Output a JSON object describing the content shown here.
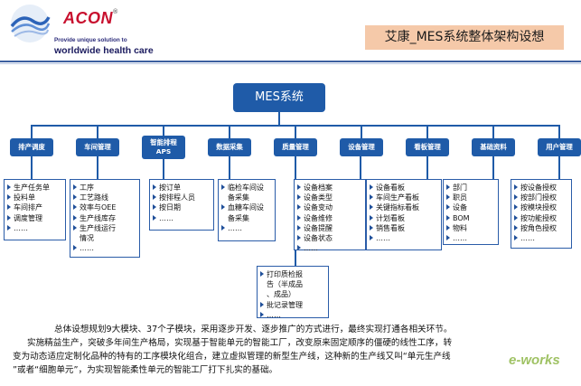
{
  "header": {
    "logo_brand": "ACON",
    "logo_mark": "®",
    "logo_tagline_1": "Provide unique solution to",
    "logo_tagline_2": "worldwide health care",
    "title": "艾康_MES系统整体架构设想"
  },
  "diagram": {
    "root": "MES系统",
    "modules": [
      {
        "label": "排产调度",
        "items": [
          "生产任务单",
          "投料单",
          "车间排产",
          "调度管理",
          "……"
        ]
      },
      {
        "label": "车间管理",
        "items": [
          "工序",
          "工艺路线",
          "效率与OEE",
          "生产线库存",
          "生产线运行",
          "情况",
          "……"
        ]
      },
      {
        "label": "智能排程",
        "label2": "APS",
        "items": [
          "按订单",
          "按排程人员",
          "按日期",
          "……"
        ]
      },
      {
        "label": "数据采集",
        "items": [
          "临检车间设",
          "备采集",
          "血糖车间设",
          "备采集",
          "……"
        ]
      },
      {
        "label": "质量管理",
        "items": [
          "打印质检报",
          "告（半成品",
          "、成品）",
          "批记录管理",
          "……"
        ]
      },
      {
        "label": "设备管理",
        "items": [
          "设备档案",
          "设备类型",
          "设备变动",
          "设备维修",
          "设备提醒",
          "设备状态",
          "……"
        ]
      },
      {
        "label": "看板管理",
        "items": [
          "设备看板",
          "车间生产看板",
          "关键指标看板",
          "计划看板",
          "销售看板",
          "……"
        ]
      },
      {
        "label": "基础资料",
        "items": [
          "部门",
          "职员",
          "设备",
          "BOM",
          "物料",
          "……"
        ]
      },
      {
        "label": "用户管理",
        "items": [
          "按设备授权",
          "按部门授权",
          "按模块授权",
          "按功能授权",
          "按角色授权",
          "……"
        ]
      }
    ]
  },
  "body_text": {
    "line1": "总体设想规划9大模块、37个子模块，采用逐步开发、逐步推广的方式进行，最终实现打通各相关环节。",
    "line2": "实施精益生产，突破多年间生产格局，实现基于智能单元的智能工厂，改变原来固定顺序的僵硬的线性工序，转",
    "line3": "变为动态适应定制化品种的特有的工序模块化组合，建立虚拟管理的新型生产线，这种新的生产线又叫“单元生产线",
    "line4": "”或者“细胞单元”，为实现智能柔性单元的智能工厂打下扎实的基础。"
  },
  "watermark": "e-works",
  "colors": {
    "box_blue": "#1f5ba8",
    "title_bg": "#f5c9a9",
    "brand_red": "#c8102e"
  }
}
